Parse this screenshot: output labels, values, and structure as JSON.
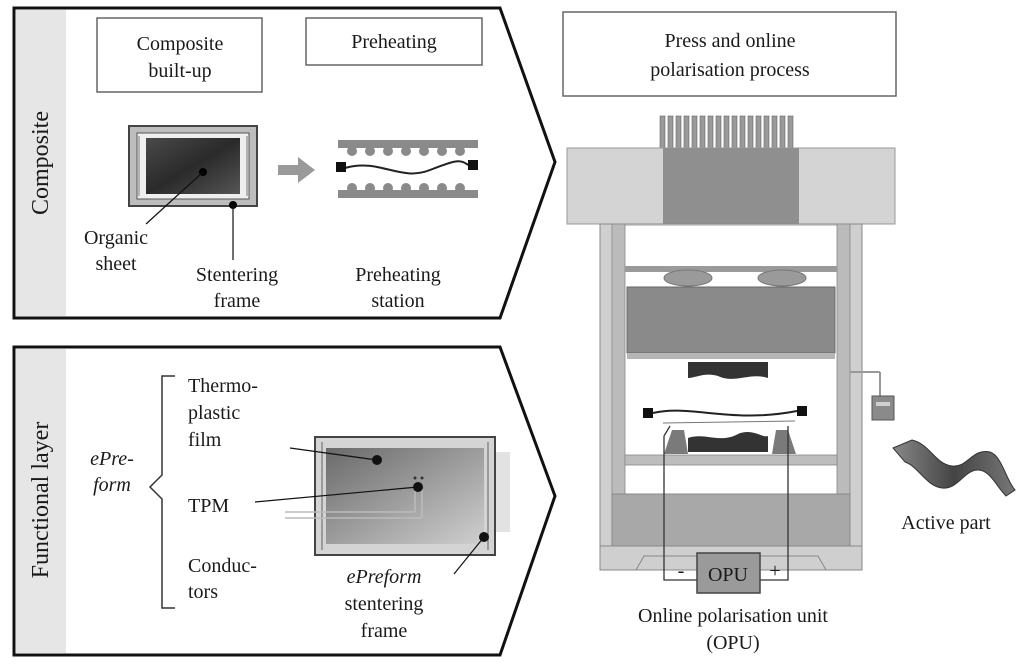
{
  "composite_panel": {
    "side_label": "Composite",
    "step1_box": [
      "Composite",
      "built-up"
    ],
    "step2_box": [
      "Preheating"
    ],
    "organic_sheet": [
      "Organic",
      "sheet"
    ],
    "stentering_frame": [
      "Stentering",
      "frame"
    ],
    "preheating_station": [
      "Preheating",
      "station"
    ]
  },
  "functional_panel": {
    "side_label": "Functional layer",
    "epreform": [
      "ePre-",
      "form"
    ],
    "thermoplastic_film": [
      "Thermo-",
      "plastic",
      "film"
    ],
    "tpm": "TPM",
    "conductors": [
      "Conduc-",
      "tors"
    ],
    "epreform_frame": [
      "ePreform",
      "stentering",
      "frame"
    ]
  },
  "press_panel": {
    "title_box": [
      "Press and online",
      "polarisation process"
    ],
    "opu": "OPU",
    "minus": "-",
    "plus": "+",
    "opu_caption": [
      "Online polarisation unit",
      "(OPU)"
    ],
    "active_part": "Active part"
  }
}
